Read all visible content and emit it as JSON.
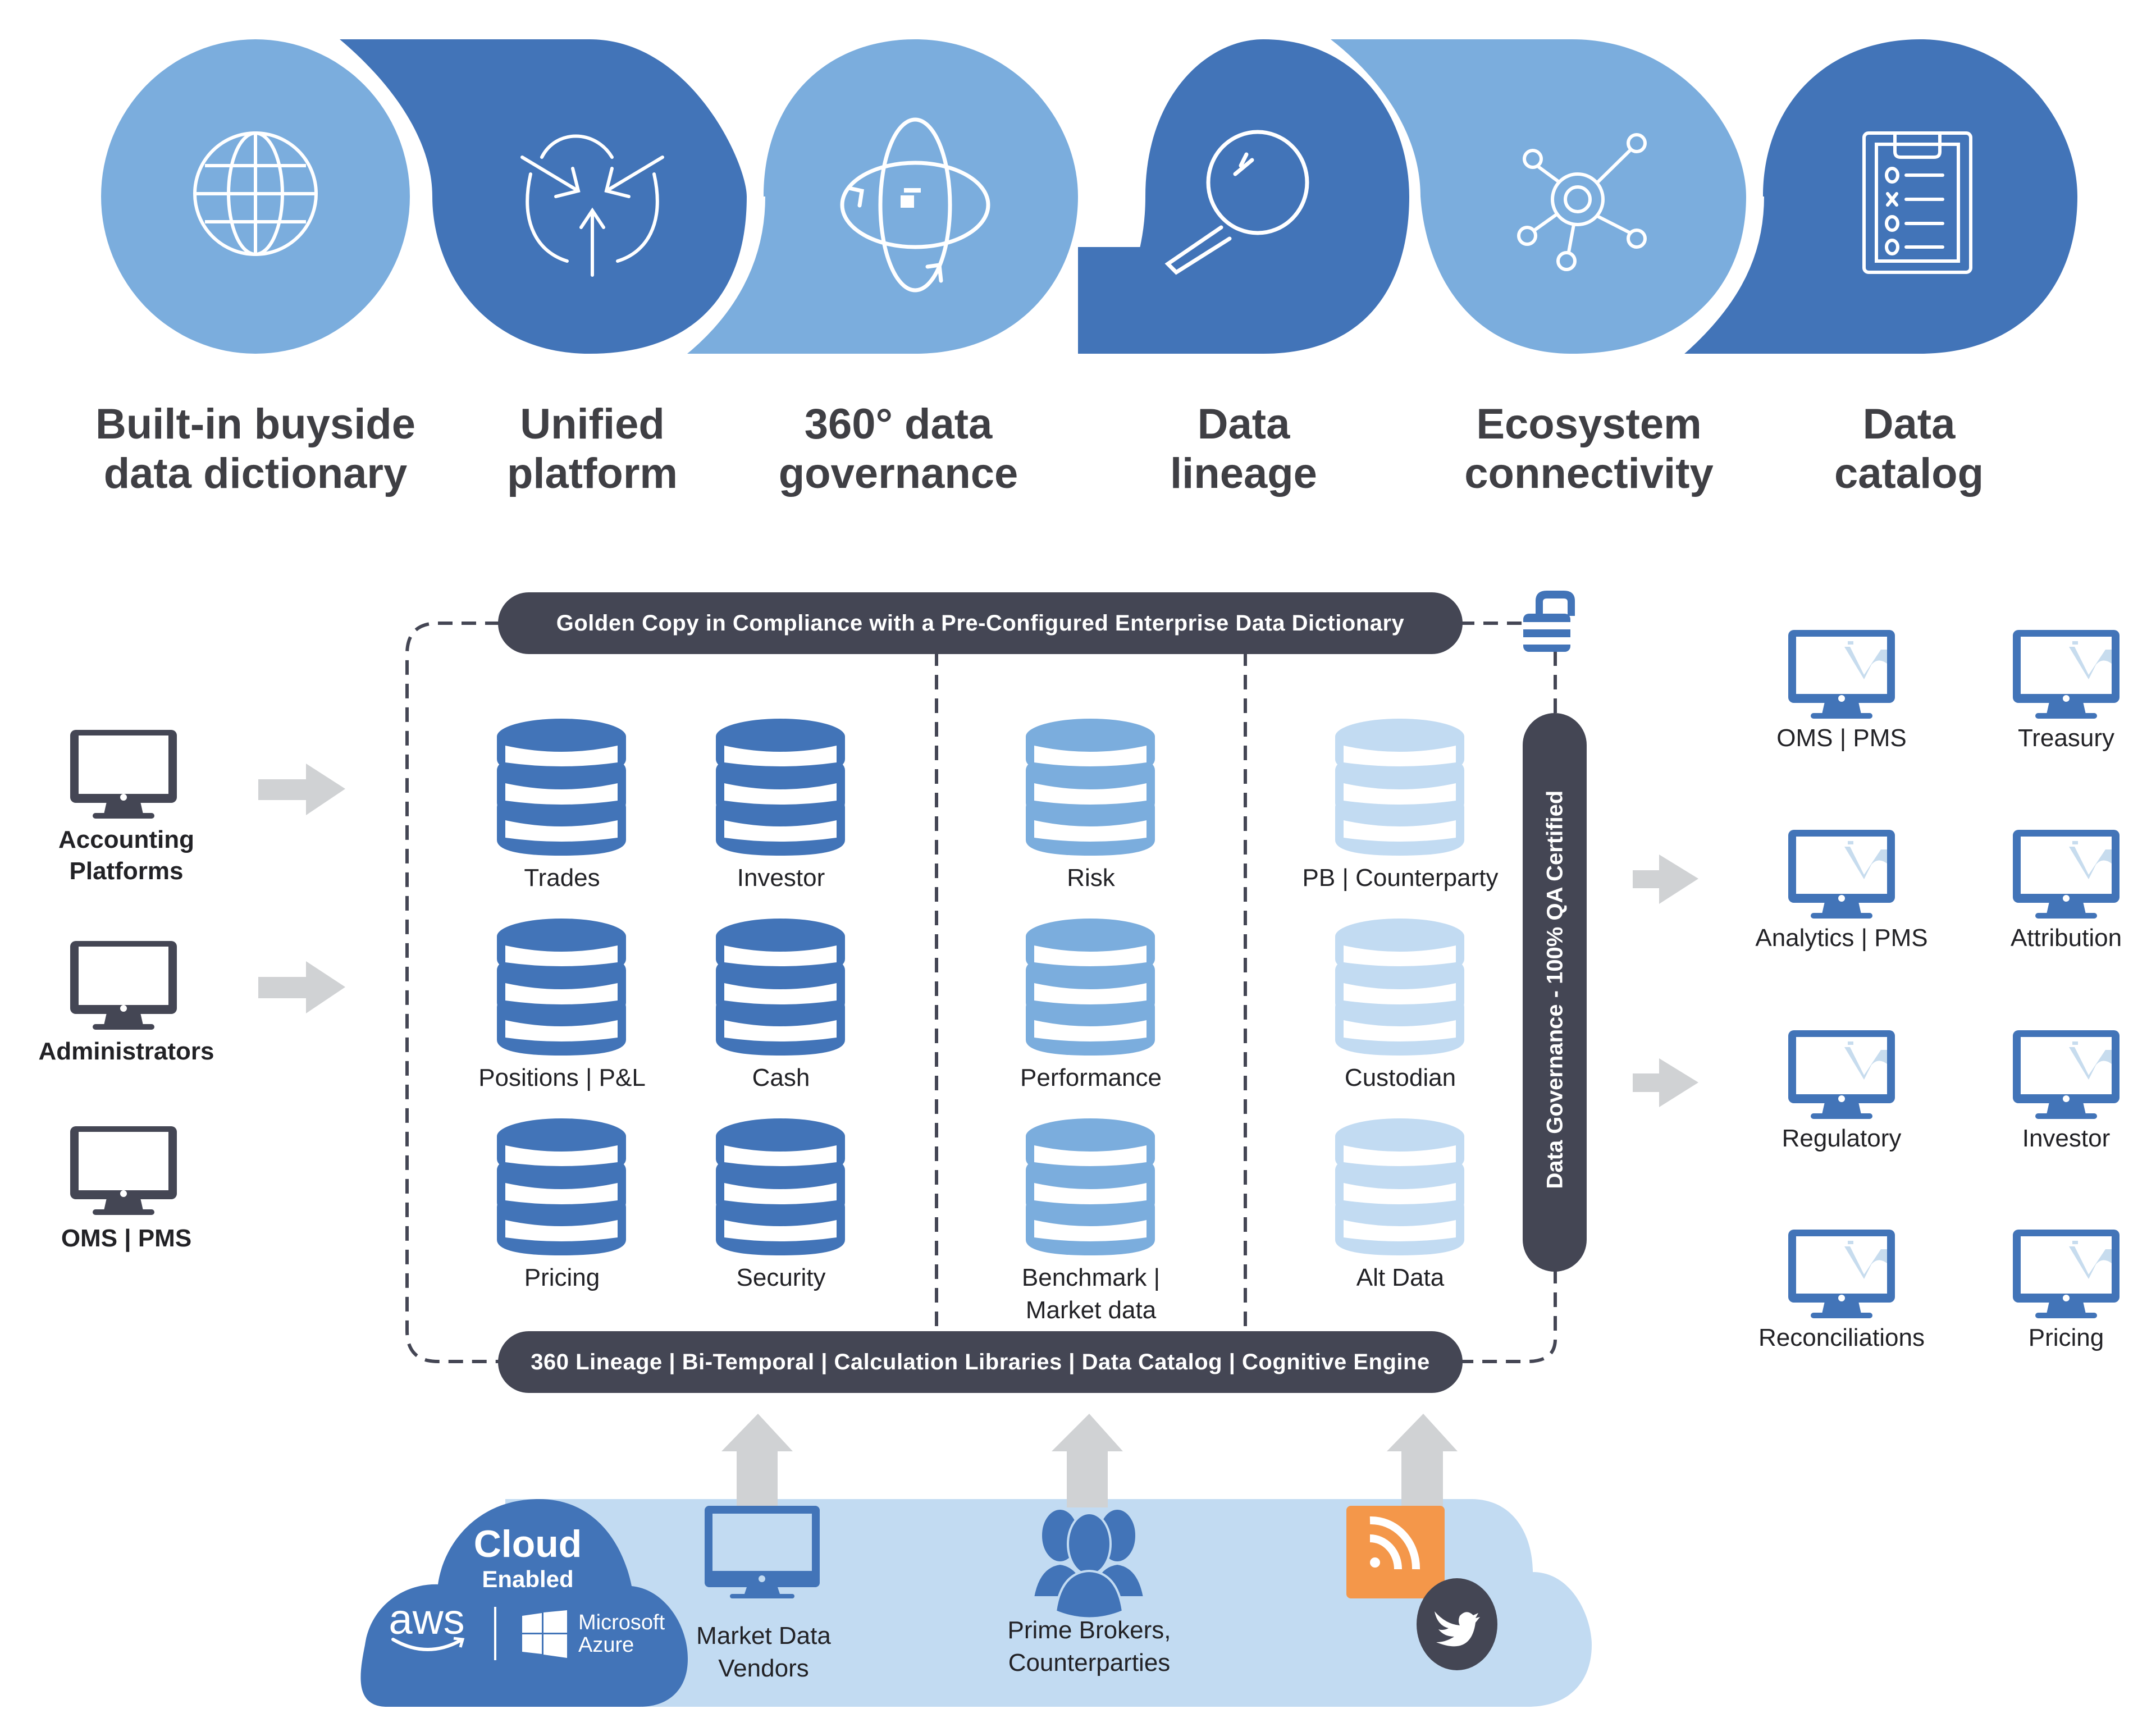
{
  "colors": {
    "dark_blue": "#4274b8",
    "mid_blue": "#7baddd",
    "light_blue": "#c2dbf2",
    "slate": "#444654",
    "arrow_gray": "#d0d2d4",
    "text_dark": "#3f3f44",
    "rss_orange": "#f4974a"
  },
  "features": [
    {
      "label_line1": "Built-in buyside",
      "label_line2": "data dictionary",
      "icon": "globe-icon"
    },
    {
      "label_line1": "Unified",
      "label_line2": "platform",
      "icon": "converge-arrows-icon"
    },
    {
      "label_line1": "360° data",
      "label_line2": "governance",
      "icon": "orbit-icon"
    },
    {
      "label_line1": "Data",
      "label_line2": "lineage",
      "icon": "magnifier-icon"
    },
    {
      "label_line1": "Ecosystem",
      "label_line2": "connectivity",
      "icon": "network-icon"
    },
    {
      "label_line1": "Data",
      "label_line2": "catalog",
      "icon": "clipboard-icon"
    }
  ],
  "core": {
    "top_banner": "Golden Copy in Compliance with a Pre-Configured Enterprise Data Dictionary",
    "bottom_banner": "360 Lineage | Bi-Temporal | Calculation Libraries | Data Catalog | Cognitive Engine",
    "governance_bar": "Data Governance - 100% QA Certified",
    "core_databases": [
      {
        "label": "Trades"
      },
      {
        "label": "Investor"
      },
      {
        "label": "Positions | P&L"
      },
      {
        "label": "Cash"
      },
      {
        "label": "Pricing"
      },
      {
        "label": "Security"
      }
    ],
    "analytic_databases": [
      {
        "label": "Risk"
      },
      {
        "label": "Performance"
      },
      {
        "label": "Benchmark |",
        "label2": "Market data"
      }
    ],
    "external_databases": [
      {
        "label": "PB | Counterparty"
      },
      {
        "label": "Custodian"
      },
      {
        "label": "Alt Data"
      }
    ]
  },
  "sources": [
    {
      "line1": "Accounting",
      "line2": "Platforms"
    },
    {
      "line1": "Administrators",
      "line2": ""
    },
    {
      "line1": "OMS | PMS",
      "line2": ""
    }
  ],
  "outputs": [
    {
      "label": "OMS | PMS"
    },
    {
      "label": "Treasury"
    },
    {
      "label": "Analytics | PMS"
    },
    {
      "label": "Attribution"
    },
    {
      "label": "Regulatory"
    },
    {
      "label": "Investor"
    },
    {
      "label": "Reconciliations"
    },
    {
      "label": "Pricing"
    }
  ],
  "cloud": {
    "title": "Cloud",
    "subtitle": "Enabled",
    "aws": "aws",
    "azure_line1": "Microsoft",
    "azure_line2": "Azure",
    "feeds": [
      {
        "line1": "Market Data",
        "line2": "Vendors"
      },
      {
        "line1": "Prime Brokers,",
        "line2": "Counterparties"
      },
      {
        "line1": "",
        "line2": ""
      }
    ]
  }
}
